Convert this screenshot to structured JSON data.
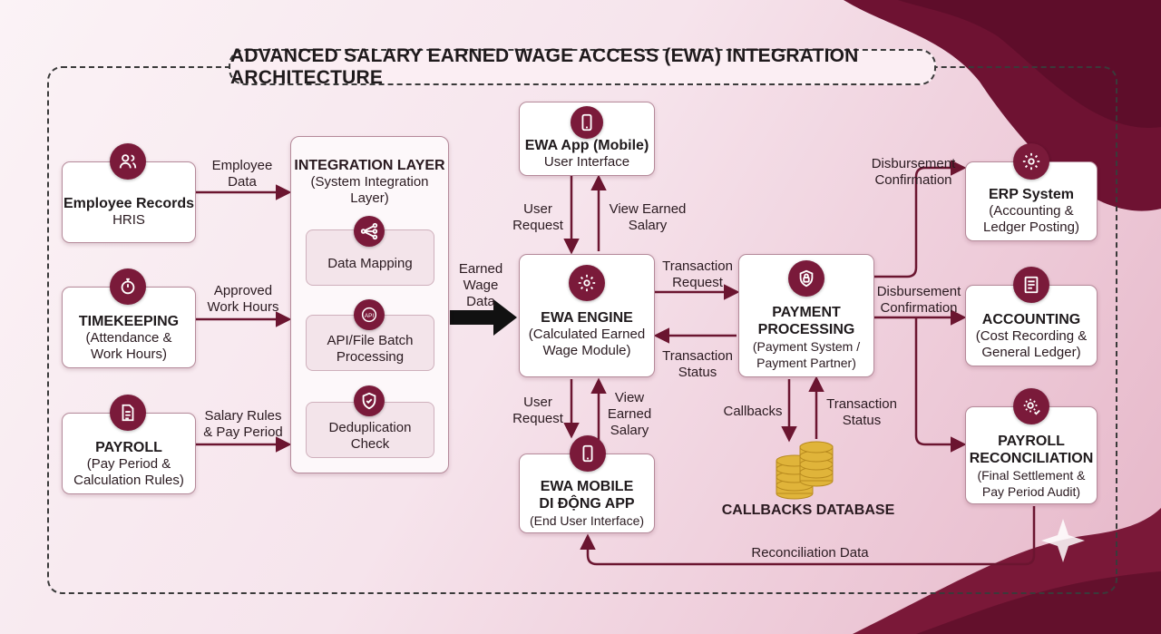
{
  "title": "ADVANCED SALARY EARNED WAGE ACCESS (EWA) INTEGRATION ARCHITECTURE",
  "colors": {
    "accent": "#7a1a3a",
    "arrow": "#6b1530",
    "coin": "#e0b43a"
  },
  "sources": [
    {
      "title": "Employee Records",
      "subtitle": "HRIS",
      "icon": "users-icon"
    },
    {
      "title": "TIMEKEEPING",
      "subtitle": "(Attendance &\nWork Hours)",
      "icon": "stopwatch-icon"
    },
    {
      "title": "PAYROLL",
      "subtitle": "(Pay Period &\nCalculation Rules)",
      "icon": "document-icon"
    }
  ],
  "integration": {
    "title": "INTEGRATION LAYER",
    "subtitle": "(System Integration\nLayer)",
    "modules": [
      {
        "label": "Data Mapping",
        "icon": "share-icon"
      },
      {
        "label": "API/File Batch\nProcessing",
        "icon": "api-icon"
      },
      {
        "label": "Deduplication\nCheck",
        "icon": "shield-check-icon"
      }
    ]
  },
  "ewa_app": {
    "title": "EWA App (Mobile)",
    "subtitle": "User Interface",
    "icon": "phone-icon"
  },
  "ewa_engine": {
    "title": "EWA ENGINE",
    "subtitle": "(Calculated Earned\nWage Module)",
    "icon": "gear-icon"
  },
  "ewa_mobile": {
    "title": "EWA MOBILE\nDI ĐỘNG APP",
    "subtitle": "(End User Interface)",
    "icon": "phone-icon"
  },
  "payment": {
    "title": "PAYMENT\nPROCESSING",
    "subtitle": "(Payment System /\nPayment Partner)",
    "icon": "lock-icon"
  },
  "database": {
    "label": "CALLBACKS DATABASE",
    "icon": "coins-icon"
  },
  "targets": [
    {
      "title": "ERP System",
      "subtitle": "(Accounting &\nLedger Posting)",
      "icon": "gear-icon"
    },
    {
      "title": "ACCOUNTING",
      "subtitle": "(Cost Recording &\nGeneral Ledger)",
      "icon": "ledger-icon"
    },
    {
      "title": "PAYROLL\nRECONCILIATION",
      "subtitle": "(Final Settlement &\nPay Period Audit)",
      "icon": "gear-check-icon"
    }
  ],
  "labels": {
    "employee_data": "Employee\nData",
    "approved_hours": "Approved\nWork Hours",
    "salary_rules": "Salary Rules\n& Pay Period",
    "earned_wage_data": "Earned\nWage\nData",
    "user_request_top": "User\nRequest",
    "view_earned_top": "View Earned\nSalary",
    "user_request_bottom": "User\nRequest",
    "view_earned_bottom": "View\nEarned\nSalary",
    "transaction_request": "Transaction\nRequest",
    "transaction_status": "Transaction\nStatus",
    "callbacks": "Callbacks",
    "transaction_status_db": "Transaction\nStatus",
    "disbursement_1": "Disbursement\nConfirmation",
    "disbursement_2": "Disbursement\nConfirmation",
    "reconciliation_data": "Reconciliation Data"
  }
}
